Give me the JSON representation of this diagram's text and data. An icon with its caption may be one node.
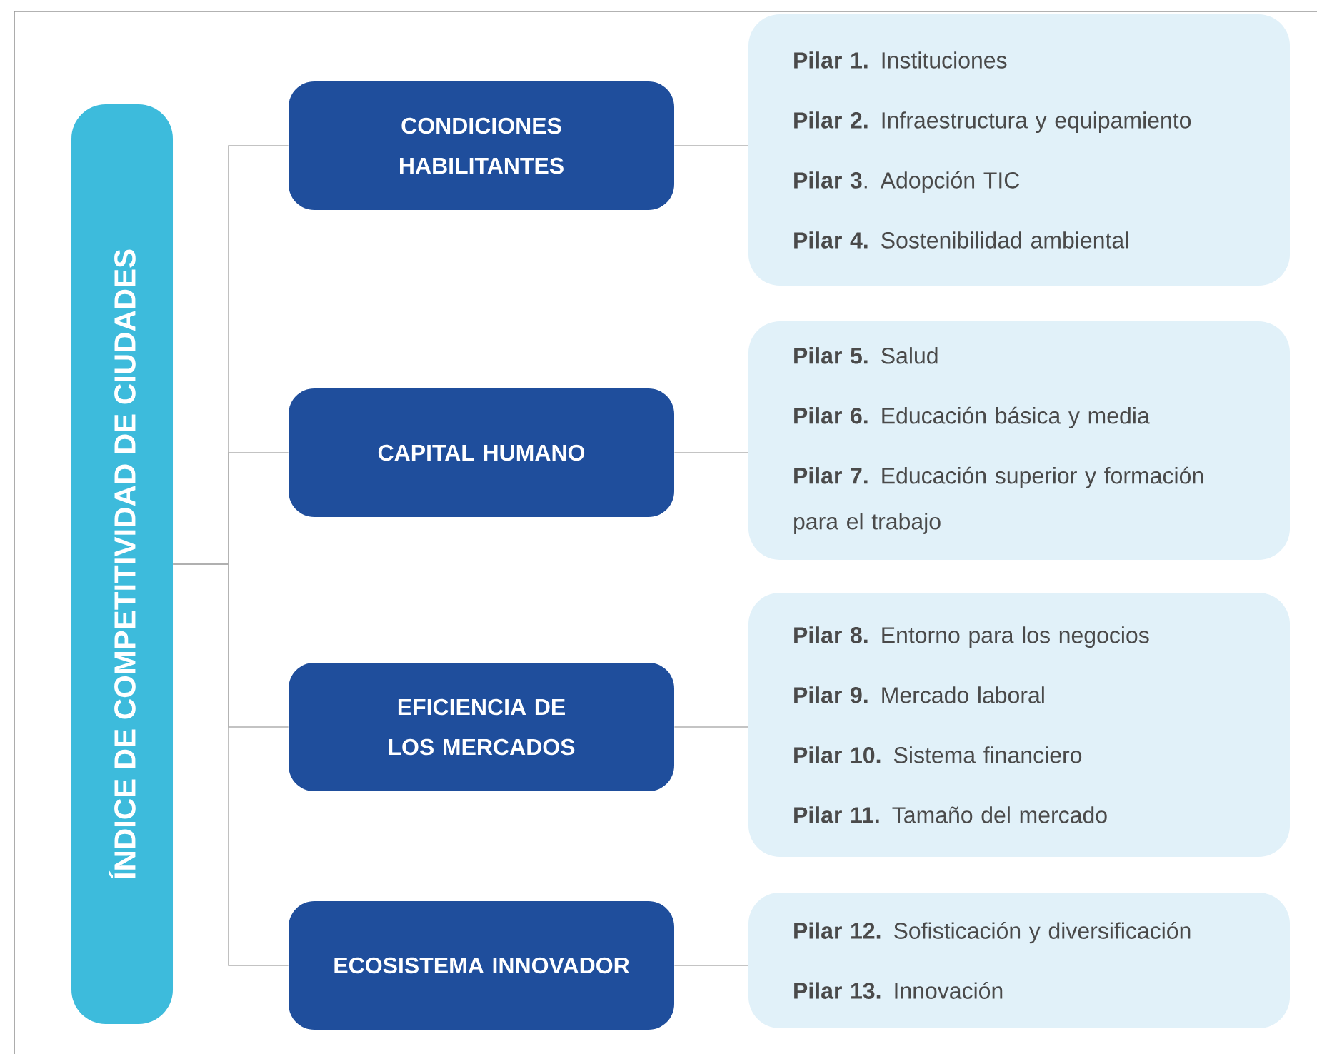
{
  "diagram": {
    "nodes": [
      {
        "text": [
          "ÍNDICE DE COMPETITIVIDAD DE CIUDADES"
        ]
      },
      {
        "text": [
          "CONDICIONES HABILITANTES"
        ]
      },
      {
        "text": [
          "CAPITAL HUMANO"
        ]
      },
      {
        "text": [
          "EFICIENCIA DE LOS MERCADOS"
        ]
      },
      {
        "text": [
          "ECOSISTEMA INNOVADOR"
        ]
      },
      {
        "text": [
          "**Pilar 1.** Instituciones",
          "**Pilar 2.** Infraestructura y equipamiento",
          "**Pilar 3**. Adopción TIC",
          "**Pilar 4.** Sostenibilidad ambiental"
        ]
      },
      {
        "text": [
          "**Pilar 5.** Salud",
          "**Pilar 6.** Educación básica y media",
          "**Pilar 7.** Educación superior y formación para el trabajo"
        ]
      },
      {
        "text": [
          "**Pilar 8.** Entorno para los negocios",
          "**Pilar 9.** Mercado laboral",
          "**Pilar 10.** Sistema financiero",
          "**Pilar 11.** Tamaño del mercado"
        ]
      },
      {
        "text": [
          "**Pilar 12.** Sofisticación y diversificación",
          "**Pilar 13.** Innovación"
        ]
      }
    ],
    "edges": [
      {
        "from": 0,
        "to": 1,
        "arrow": "none"
      },
      {
        "from": 0,
        "to": 2,
        "arrow": "none"
      },
      {
        "from": 0,
        "to": 3,
        "arrow": "none"
      },
      {
        "from": 0,
        "to": 4,
        "arrow": "none"
      },
      {
        "from": 1,
        "to": 5,
        "arrow": "none"
      },
      {
        "from": 2,
        "to": 6,
        "arrow": "none"
      },
      {
        "from": 3,
        "to": 7,
        "arrow": "none"
      },
      {
        "from": 4,
        "to": 8,
        "arrow": "none"
      }
    ]
  }
}
